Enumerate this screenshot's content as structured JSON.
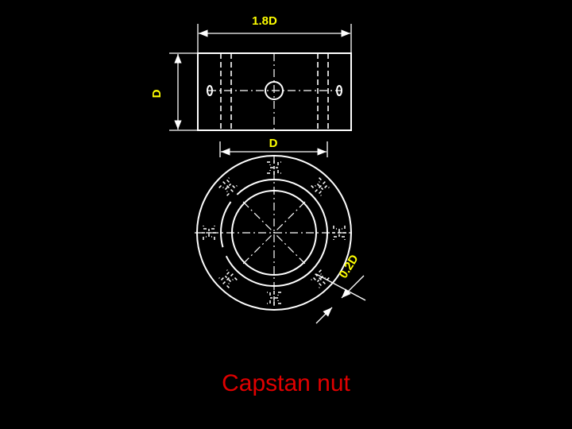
{
  "labels": {
    "width_dim": "1.8D",
    "height_dim": "D",
    "bore_dim": "D",
    "radial_dim": "0.2D"
  },
  "caption": "Capstan nut",
  "colors": {
    "background": "#000000",
    "lines": "#ffffff",
    "dimension_text": "#ffff00",
    "caption": "#e00000"
  }
}
